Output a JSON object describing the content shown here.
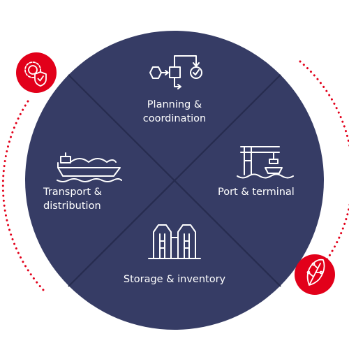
{
  "diagram": {
    "segments": [
      {
        "id": "planning",
        "lines": [
          "Planning &",
          "coordination"
        ],
        "icon": "planning-flow-icon"
      },
      {
        "id": "port",
        "lines": [
          "Port & terminal"
        ],
        "icon": "port-crane-icon"
      },
      {
        "id": "storage",
        "lines": [
          "Storage & inventory"
        ],
        "icon": "storage-silo-icon"
      },
      {
        "id": "transport",
        "lines": [
          "Transport &",
          "distribution"
        ],
        "icon": "cargo-ship-icon"
      }
    ],
    "badges": [
      {
        "id": "shield",
        "icon": "gear-shield-check-icon"
      },
      {
        "id": "leaf",
        "icon": "leaf-circuit-icon"
      }
    ]
  },
  "colors": {
    "circle": "#363c65",
    "divider": "#272c4f",
    "accent": "#e2001a",
    "icon_stroke": "#ffffff"
  }
}
